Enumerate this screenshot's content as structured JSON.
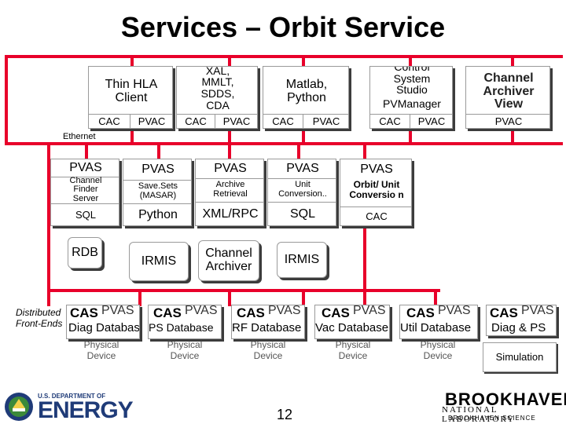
{
  "title": "Services – Orbit Service",
  "ethernet_label": "Ethernet",
  "clients": [
    {
      "name": "Thin HLA Client",
      "protocols": [
        "CAC",
        "PVAC"
      ]
    },
    {
      "name": "XAL, MMLT, SDDS, CDA",
      "protocols": [
        "CAC",
        "PVAC"
      ]
    },
    {
      "name": "Matlab, Python",
      "protocols": [
        "CAC",
        "PVAC"
      ]
    },
    {
      "name": "Control System Studio",
      "sub": "PVManager",
      "protocols": [
        "CAC",
        "PVAC"
      ]
    },
    {
      "name": "Channel Archiver View",
      "protocols": [
        "PVAC"
      ]
    }
  ],
  "servers": [
    {
      "pvas": "PVAS",
      "service": "Channel Finder Server",
      "lang": "SQL",
      "backend": "RDB"
    },
    {
      "pvas": "PVAS",
      "service": "Save.Sets (MASAR)",
      "lang": "Python",
      "backend": "IRMIS"
    },
    {
      "pvas": "PVAS",
      "service": "Archive Retrieval",
      "lang": "XML/RPC",
      "backend": "Channel Archiver"
    },
    {
      "pvas": "PVAS",
      "service": "Unit Conversion..",
      "lang": "SQL",
      "backend": "IRMIS"
    },
    {
      "pvas": "PVAS",
      "service": "Orbit/ Unit Conversio n",
      "lang": "CAC"
    }
  ],
  "distributed_label": [
    "Distributed",
    "Front-Ends"
  ],
  "front_ends": [
    {
      "cas": "CAS",
      "pvas": "PVAS",
      "db": "Diag Database",
      "device": "Physical Device"
    },
    {
      "cas": "CAS",
      "pvas": "PVAS",
      "db": "PS Database",
      "device": "Physical Device"
    },
    {
      "cas": "CAS",
      "pvas": "PVAS",
      "db": "RF Database",
      "device": "Physical Device"
    },
    {
      "cas": "CAS",
      "pvas": "PVAS",
      "db": "Vac Database",
      "device": "Physical Device"
    },
    {
      "cas": "CAS",
      "pvas": "PVAS",
      "db": "Util Database",
      "device": "Physical Device"
    },
    {
      "cas": "CAS",
      "pvas": "PVAS",
      "db": "Diag & PS",
      "device": "Simulation"
    }
  ],
  "page_number": "12",
  "doe_top": "U.S. DEPARTMENT OF",
  "doe_name": "ENERGY",
  "bnl_name": "BROOKHAVEN",
  "bnl_sub": "NATIONAL LABORATORY",
  "bnl_tag": "BROOKHAVEN SCIENCE ASSOCIATES",
  "colors": {
    "bus": "#e8002a",
    "doe_blue": "#1f3b78"
  }
}
